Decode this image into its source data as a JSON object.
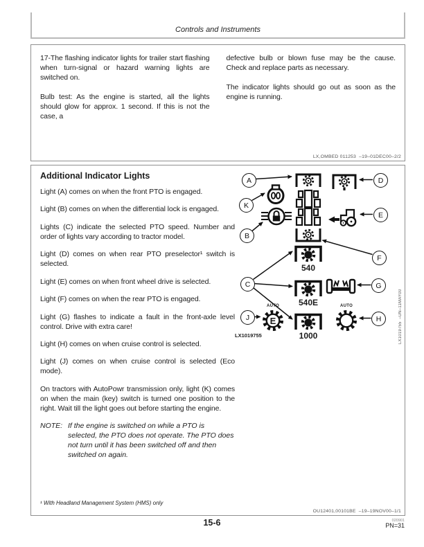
{
  "header": {
    "title": "Controls and Instruments"
  },
  "section1": {
    "left_paragraphs": [
      "17-The flashing indicator lights for trailer start flashing when turn-signal or hazard warning lights are switched on.",
      "Bulb test: As the engine is started, all the lights should glow for approx. 1 second. If this is not the case, a"
    ],
    "right_paragraphs": [
      "defective bulb or blown fuse may be the cause. Check and replace parts as necessary.",
      "The indicator lights should go out as soon as the engine is running."
    ],
    "ref": "LX,OMBED 011253  –19–01DEC00–2/2"
  },
  "section2": {
    "heading": "Additional Indicator Lights",
    "paragraphs": [
      "Light (A) comes on when the front PTO is engaged.",
      "Light (B) comes on when the differential lock is engaged.",
      "Lights (C) indicate the selected PTO speed. Number and order of lights vary according to tractor model.",
      "Light (D) comes on when rear PTO preselector¹ switch is selected.",
      "Light (E) comes on when front wheel drive is selected.",
      "Light (F) comes on when the rear PTO is engaged.",
      "Light (G) flashes to indicate a fault in the front-axle level control. Drive with extra care!",
      "Light (H) comes on when cruise control is selected.",
      "Light (J) comes on when cruise control is selected (Eco mode).",
      "On tractors with AutoPowr transmission only, light (K) comes on when the main (key) switch is turned one position to the right. Wait till the light goes out before starting the engine."
    ],
    "note_label": "NOTE:",
    "note_text": "If the engine is switched on while a PTO is selected, the PTO does not operate. The PTO does not turn until it has been switched off and then switched on again.",
    "footnote": "¹ With Headland Management System (HMS) only",
    "ref": "OU12401,00101BE  –19–19NOV00–1/1",
    "diagram": {
      "callouts": {
        "a": "A",
        "b": "B",
        "c": "C",
        "d": "D",
        "e": "E",
        "f": "F",
        "g": "G",
        "h": "H",
        "j": "J",
        "k": "K"
      },
      "speed_labels": {
        "s540": "540",
        "s540e": "540E",
        "s1000": "1000"
      },
      "auto_label": "AUTO",
      "eco_letter": "E",
      "image_id": "LX1019755",
      "side_caption": "LX1019755  –UN–11MAY00",
      "icons": {
        "front-pto-icon": "gear bracket above tractor top view",
        "rear-pto-icon": "tractor top view above gear bracket",
        "pto-preselector-icon": "gear in bracket",
        "key-switch-icon": "ignition key switch symbol",
        "differential-lock-icon": "axle with lock symbol",
        "front-wheel-drive-icon": "tractor side view with forward arrow",
        "pto-speed-icon": "solid gear in bracket",
        "front-axle-suspension-icon": "axle with springs",
        "cruise-control-icon": "open gear with AUTO",
        "eco-cruise-icon": "gear with E and AUTO"
      }
    }
  },
  "footer": {
    "page_number": "15-6",
    "pn": "PN=31",
    "print_code": "020901"
  }
}
